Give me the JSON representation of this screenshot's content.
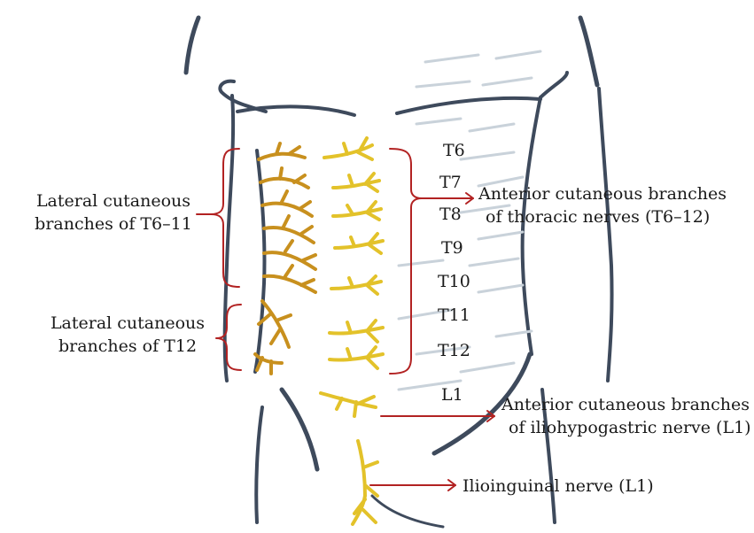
{
  "labels": {
    "lateral_t6_11": [
      "Lateral cutaneous",
      "branches of T6–11"
    ],
    "lateral_t12": [
      "Lateral cutaneous",
      "branches of T12"
    ],
    "anterior_thoracic": [
      "Anterior cutaneous branches",
      "of thoracic nerves (T6–12)"
    ],
    "anterior_iliohypogastric": [
      "Anterior cutaneous branches",
      "of iliohypogastric nerve (L1)"
    ],
    "ilioinguinal": "Ilioinguinal nerve (L1)"
  },
  "segments": [
    "T6",
    "T7",
    "T8",
    "T9",
    "T10",
    "T11",
    "T12",
    "L1"
  ],
  "colors": {
    "outline": "#3e4a5c",
    "skin_shade": "#c9d2da",
    "lateral_nerve": "#c8901e",
    "anterior_nerve": "#e3c22a",
    "annotation": "#b22222",
    "text": "#1a1a1a"
  }
}
